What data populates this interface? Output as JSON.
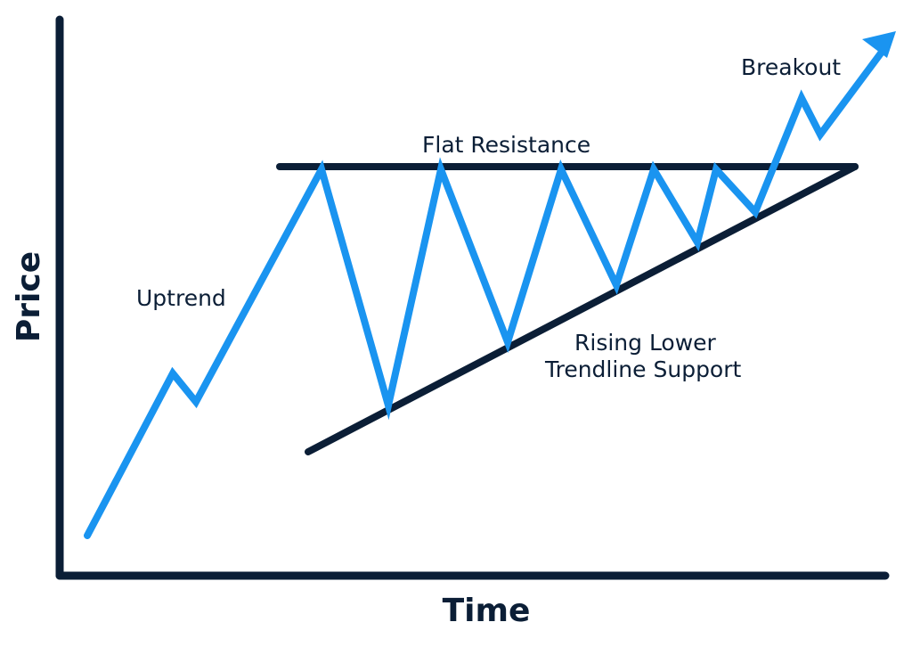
{
  "diagram": {
    "axes": {
      "x_label": "Time",
      "y_label": "Price"
    },
    "labels": {
      "uptrend": "Uptrend",
      "flat_resistance": "Flat Resistance",
      "breakout": "Breakout",
      "rising_support_line1": "Rising Lower",
      "rising_support_line2": "Trendline Support"
    },
    "colors": {
      "price_line": "#1a94f0",
      "trendlines": "#0b1e36"
    }
  }
}
